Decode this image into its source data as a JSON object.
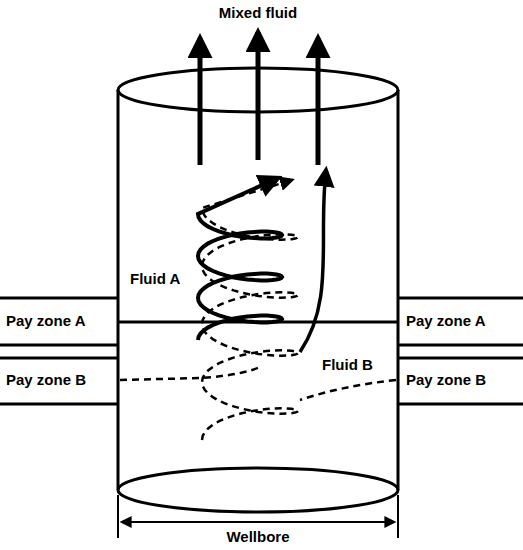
{
  "diagram": {
    "labels": [
      "Mixed fluid",
      "Fluid A",
      "Pay zone A",
      "Pay zone A",
      "Pay zone B",
      "Fluid B",
      "Pay zone B",
      "Wellbore"
    ]
  }
}
